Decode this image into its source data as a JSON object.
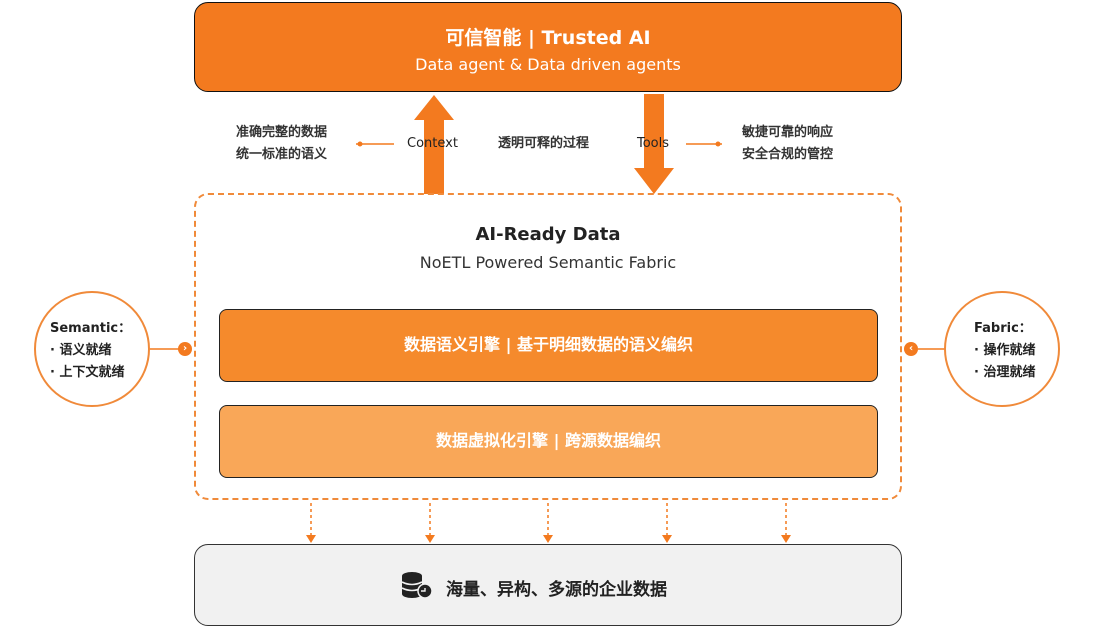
{
  "top": {
    "title": "可信智能 | Trusted AI",
    "subtitle": "Data agent & Data driven agents"
  },
  "links": {
    "left_note": [
      "准确完整的数据",
      "统一标准的语义"
    ],
    "context_label": "Context",
    "center_note": "透明可释的过程",
    "tools_label": "Tools",
    "right_note": [
      "敏捷可靠的响应",
      "安全合规的管控"
    ]
  },
  "middle": {
    "title": "AI-Ready Data",
    "subtitle": "NoETL Powered Semantic Fabric",
    "engines": [
      "数据语义引擎 | 基于明细数据的语义编织",
      "数据虚拟化引擎 | 跨源数据编织"
    ]
  },
  "side_left": {
    "title": "Semantic：",
    "items": [
      "· 语义就绪",
      "· 上下文就绪"
    ]
  },
  "side_right": {
    "title": "Fabric：",
    "items": [
      "· 操作就绪",
      "· 治理就绪"
    ]
  },
  "bottom": {
    "label": "海量、异构、多源的企业数据",
    "icon": "database-icon"
  },
  "colors": {
    "primary": "#f37a1f",
    "engine_primary": "#f58a2c",
    "engine_secondary": "#f9a758",
    "dashed": "#f08a3a",
    "bottom_bg": "#f1f1f1"
  }
}
